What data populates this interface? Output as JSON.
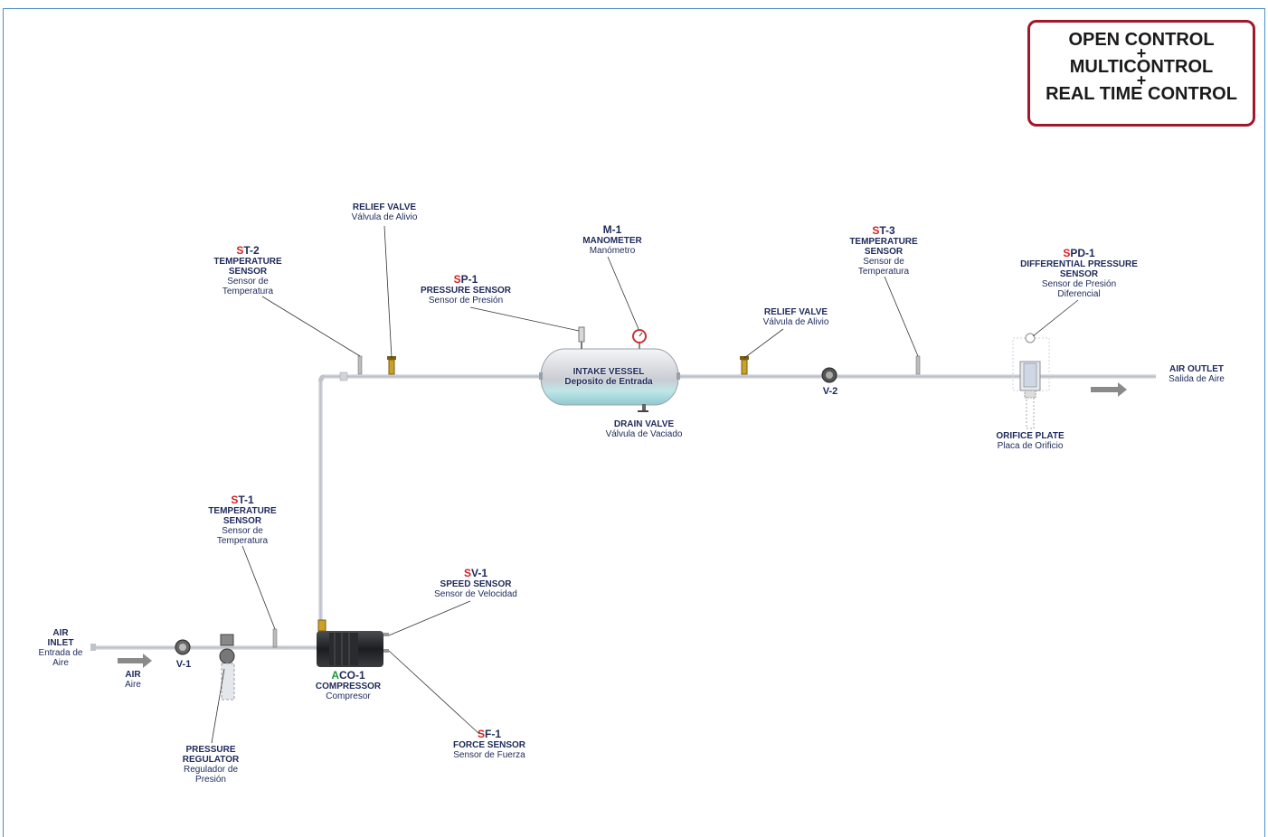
{
  "control_box": {
    "line1": "OPEN CONTROL",
    "plus1": "+",
    "line2": "MULTICONTROL",
    "plus2": "+",
    "line3": "REAL TIME CONTROL"
  },
  "labels": {
    "relief_valve_1": {
      "en": "RELIEF VALVE",
      "es": "Válvula de Alivio"
    },
    "st2": {
      "tag_prefix": "S",
      "tag_rest": "T-2",
      "en1": "TEMPERATURE",
      "en2": "SENSOR",
      "es1": "Sensor de",
      "es2": "Temperatura"
    },
    "sp1": {
      "tag_prefix": "S",
      "tag_rest": "P-1",
      "en": "PRESSURE SENSOR",
      "es": "Sensor de Presión"
    },
    "m1": {
      "tag": "M-1",
      "en": "MANOMETER",
      "es": "Manómetro"
    },
    "intake_vessel": {
      "en": "INTAKE VESSEL",
      "es": "Deposito de Entrada"
    },
    "drain_valve": {
      "en": "DRAIN VALVE",
      "es": "Válvula de Vaciado"
    },
    "relief_valve_2": {
      "en": "RELIEF VALVE",
      "es": "Válvula de Alivio"
    },
    "v2": "V-2",
    "st3": {
      "tag_prefix": "S",
      "tag_rest": "T-3",
      "en1": "TEMPERATURE",
      "en2": "SENSOR",
      "es1": "Sensor de",
      "es2": "Temperatura"
    },
    "spd1": {
      "tag_prefix": "S",
      "tag_rest": "PD-1",
      "en1": "DIFFERENTIAL PRESSURE",
      "en2": "SENSOR",
      "es1": "Sensor de Presión",
      "es2": "Diferencial"
    },
    "air_outlet": {
      "en": "AIR OUTLET",
      "es": "Salida de Aire"
    },
    "orifice_plate": {
      "en": "ORIFICE PLATE",
      "es": "Placa de Orificio"
    },
    "st1": {
      "tag_prefix": "S",
      "tag_rest": "T-1",
      "en1": "TEMPERATURE",
      "en2": "SENSOR",
      "es1": "Sensor de",
      "es2": "Temperatura"
    },
    "sv1": {
      "tag_prefix": "S",
      "tag_rest": "V-1",
      "en": "SPEED SENSOR",
      "es": "Sensor de Velocidad"
    },
    "air_inlet": {
      "en1": "AIR",
      "en2": "INLET",
      "es1": "Entrada de",
      "es2": "Aire"
    },
    "air": {
      "en": "AIR",
      "es": "Aire"
    },
    "v1": "V-1",
    "aco1": {
      "tag_prefix": "A",
      "tag_rest": "CO-1",
      "en": "COMPRESSOR",
      "es": "Compresor"
    },
    "sf1": {
      "tag_prefix": "S",
      "tag_rest": "F-1",
      "en": "FORCE SENSOR",
      "es": "Sensor de Fuerza"
    },
    "pressure_regulator": {
      "en1": "PRESSURE",
      "en2": "REGULATOR",
      "es1": "Regulador de",
      "es2": "Presión"
    }
  },
  "colors": {
    "frame": "#4a90c8",
    "control_box_border": "#a0192a",
    "label_text": "#1e2a5a",
    "tag_prefix_red": "#d42020",
    "tag_prefix_green": "#1a9a3a",
    "pipe": "#c8ccd2",
    "arrow": "#8a8a8a"
  }
}
